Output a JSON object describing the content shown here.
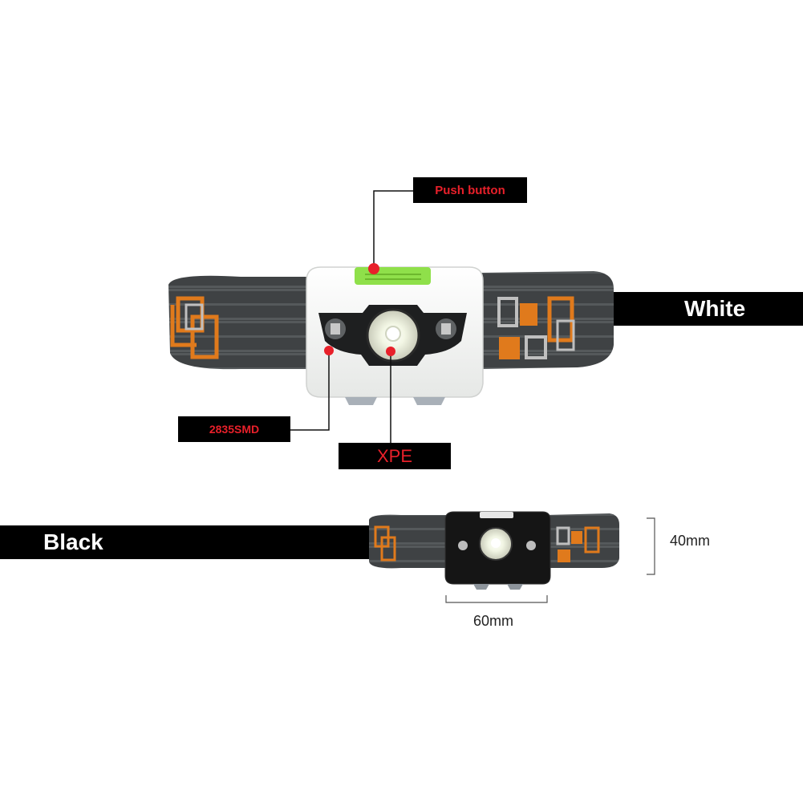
{
  "callouts": {
    "push_button": "Push button",
    "smd": "2835SMD",
    "xpe": "XPE"
  },
  "variants": {
    "white": "White",
    "black": "Black"
  },
  "dimensions": {
    "height": "40mm",
    "width": "60mm"
  },
  "colors": {
    "strap_gray": "#4a4d4f",
    "strap_orange": "#e07a1c",
    "button_green": "#8fe04a",
    "callout_dot": "#e8202a",
    "label_bg": "#000000"
  }
}
